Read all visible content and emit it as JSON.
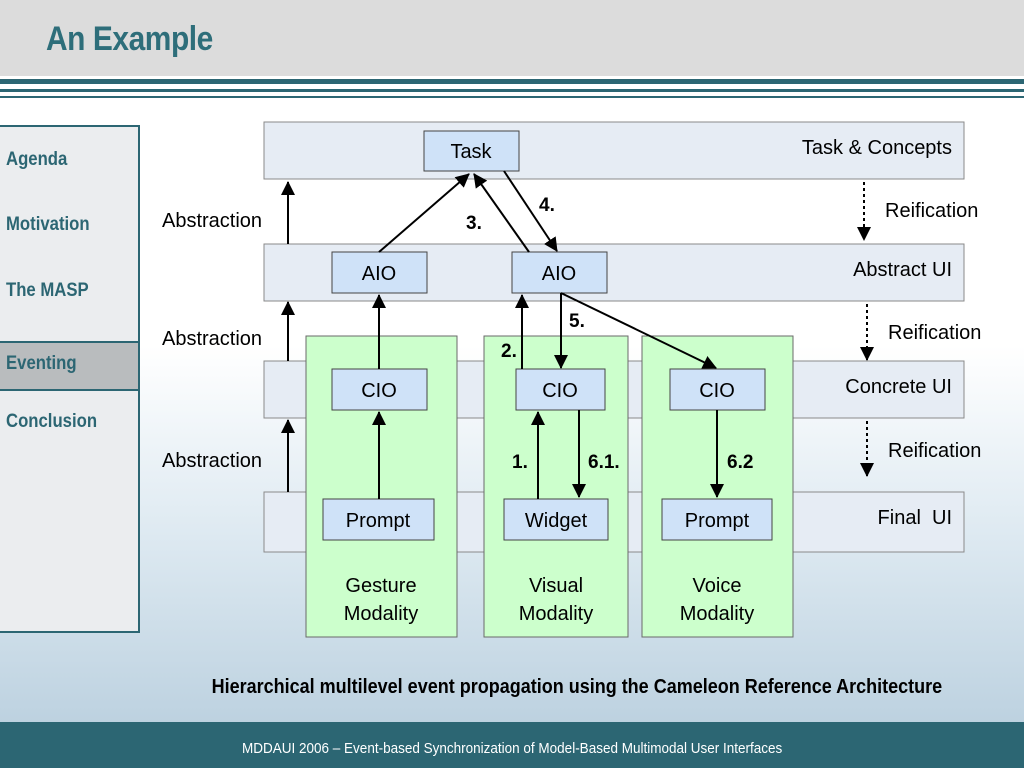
{
  "slide_title": "An Example",
  "sidebar": {
    "items": [
      {
        "label": "Agenda"
      },
      {
        "label": "Motivation"
      },
      {
        "label": "The MASP"
      },
      {
        "label": "Eventing"
      },
      {
        "label": "Conclusion"
      }
    ]
  },
  "diagram": {
    "levels": {
      "task": "Task & Concepts",
      "abstract": "Abstract UI",
      "concrete": "Concrete UI",
      "final": "Final  UI"
    },
    "nodes": {
      "task": "Task",
      "aio_left": "AIO",
      "aio_right": "AIO",
      "cio_gesture": "CIO",
      "cio_visual": "CIO",
      "cio_voice": "CIO",
      "prompt_gesture": "Prompt",
      "widget_visual": "Widget",
      "prompt_voice": "Prompt"
    },
    "modalities": {
      "gesture": [
        "Gesture",
        "Modality"
      ],
      "visual": [
        "Visual",
        "Modality"
      ],
      "voice": [
        "Voice",
        "Modality"
      ]
    },
    "side_labels": {
      "abstraction_1": "Abstraction",
      "abstraction_2": "Abstraction",
      "abstraction_3": "Abstraction",
      "reification_1": "Reification",
      "reification_2": "Reification",
      "reification_3": "Reification"
    },
    "steps": {
      "s1": "1.",
      "s2": "2.",
      "s3": "3.",
      "s4": "4.",
      "s5": "5.",
      "s61": "6.1.",
      "s62": "6.2"
    }
  },
  "caption": "Hierarchical multilevel event propagation using the Cameleon Reference Architecture",
  "footer": "MDDAUI 2006 – Event-based Synchronization of Model-Based Multimodal User Interfaces",
  "colors": {
    "accent": "#2c6673",
    "level_band": "#e6ecf4",
    "node_fill": "#cfe2f8",
    "modality_fill": "#ccffcc"
  }
}
